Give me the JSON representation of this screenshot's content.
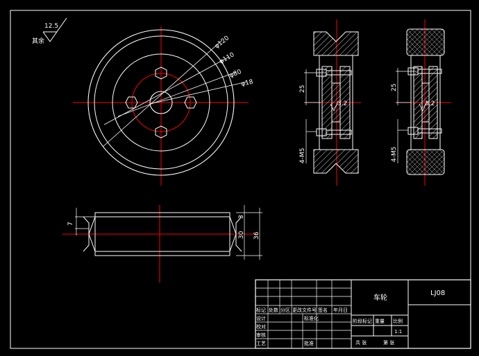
{
  "drawing": {
    "roughness": {
      "value": "12.5",
      "label": "其余"
    },
    "front_view": {
      "diameters": [
        "φ120",
        "φ110",
        "φ80",
        "φ18"
      ]
    },
    "side_view": {
      "groove_depth": "7",
      "dim_3": "3",
      "dim_30": "30",
      "width": "36"
    },
    "section_left": {
      "offset": "25",
      "thread": "4-M5",
      "roughness": "3.2"
    },
    "section_right": {
      "offset": "25",
      "thread": "4-M5",
      "roughness": "3.2"
    }
  },
  "title_block": {
    "part_name": "车轮",
    "drawing_no": "LJ08",
    "rev_headers": [
      "标记",
      "处数",
      "分区",
      "更改文件号",
      "签名",
      "年月日"
    ],
    "roles": [
      "设计",
      "校对",
      "审核",
      "工艺"
    ],
    "std_label": "标准化",
    "approve_label": "批准",
    "stage_labels": [
      "阶段标记",
      "重量",
      "比例"
    ],
    "scale": "1:1",
    "sheets_total": "共 张",
    "sheet_no": "第 张"
  },
  "colors": {
    "line": "#ffffff",
    "centerline": "#ff0000",
    "dimension": "#ffffff",
    "hatch": "#ffffff",
    "background": "#000000"
  }
}
